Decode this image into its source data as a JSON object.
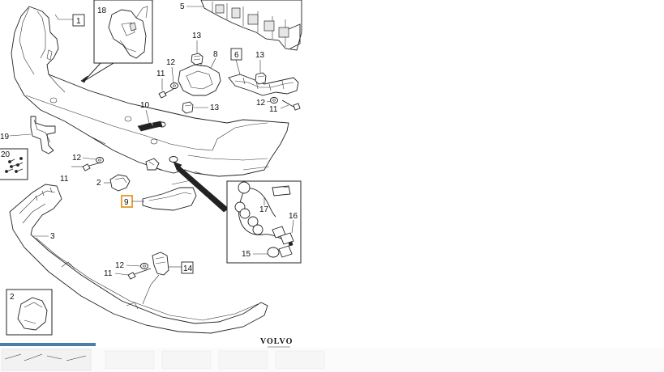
{
  "diagram": {
    "brand": "VOLVO",
    "callouts": {
      "c1": "1",
      "c2a": "2",
      "c2b": "2",
      "c3": "3",
      "c5": "5",
      "c6": "6",
      "c8": "8",
      "c9": "9",
      "c10": "10",
      "c11a": "11",
      "c11b": "11",
      "c11c": "11",
      "c11d": "11",
      "c12a": "12",
      "c12b": "12",
      "c12c": "12",
      "c12d": "12",
      "c13a": "13",
      "c13b": "13",
      "c13c": "13",
      "c14": "14",
      "c15": "15",
      "c16": "16",
      "c17": "17",
      "c18": "18",
      "c19": "19",
      "c20": "20"
    },
    "highlight_color": "#e8a33d"
  }
}
